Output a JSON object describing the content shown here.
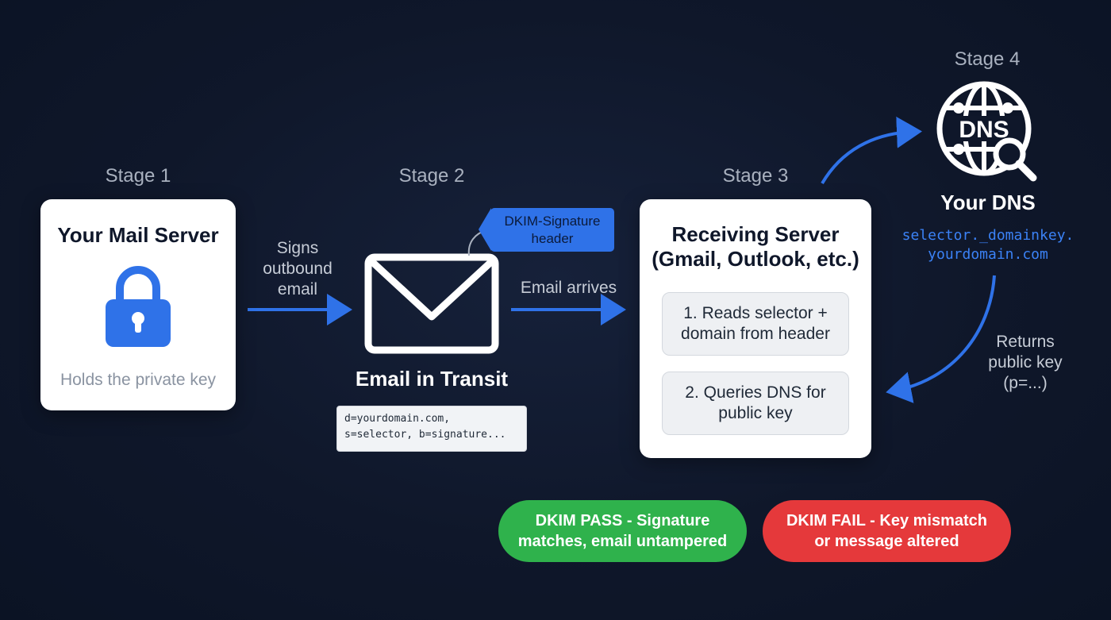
{
  "stages": {
    "stage1": "Stage 1",
    "stage2": "Stage 2",
    "stage3": "Stage 3",
    "stage4": "Stage 4"
  },
  "mail_server": {
    "title": "Your Mail Server",
    "caption": "Holds the private key",
    "icon": "lock-icon"
  },
  "signs_label": [
    "Signs",
    "outbound",
    "email"
  ],
  "transit": {
    "title": "Email in Transit",
    "icon": "envelope-icon",
    "tag": [
      "DKIM-Signature",
      "header"
    ],
    "code": [
      "d=yourdomain.com,",
      "s=selector, b=signature..."
    ]
  },
  "arrives_label": "Email arrives",
  "receiving": {
    "title": [
      "Receiving Server",
      "(Gmail, Outlook, etc.)"
    ],
    "steps": [
      [
        "1. Reads selector +",
        "domain from header"
      ],
      [
        "2. Queries DNS for",
        "public key"
      ]
    ]
  },
  "dns": {
    "icon_text": "DNS",
    "title": "Your DNS",
    "record": [
      "selector._domainkey.",
      "yourdomain.com"
    ]
  },
  "returns_label": [
    "Returns",
    "public key",
    "(p=...)"
  ],
  "results": {
    "pass": [
      "DKIM PASS - Signature",
      "matches, email untampered"
    ],
    "fail": [
      "DKIM FAIL - Key mismatch",
      "or message altered"
    ]
  },
  "colors": {
    "accent_blue": "#2f72e8",
    "pass_green": "#2fb24c",
    "fail_red": "#e5393b",
    "background": "#0f172a"
  }
}
